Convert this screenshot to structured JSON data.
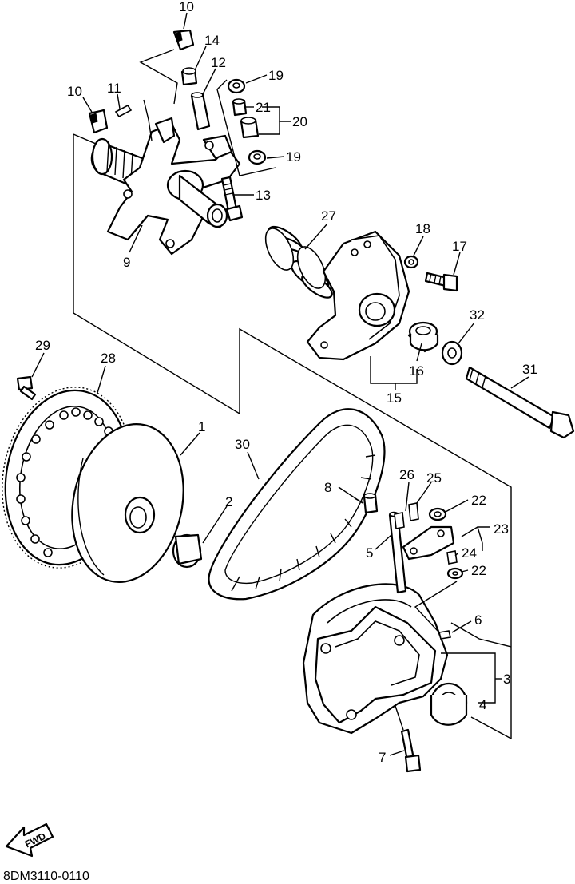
{
  "diagram": {
    "drawing_code": "8DM3110-0110",
    "direction_label": "FWD",
    "callouts": {
      "c1": "1",
      "c2": "2",
      "c3": "3",
      "c4": "4",
      "c5": "5",
      "c6": "6",
      "c7": "7",
      "c8": "8",
      "c9": "9",
      "c10a": "10",
      "c10b": "10",
      "c11": "11",
      "c12": "12",
      "c13": "13",
      "c14": "14",
      "c15": "15",
      "c16": "16",
      "c17": "17",
      "c18": "18",
      "c19a": "19",
      "c19b": "19",
      "c20": "20",
      "c21": "21",
      "c22a": "22",
      "c22b": "22",
      "c23": "23",
      "c24": "24",
      "c25": "25",
      "c26": "26",
      "c27": "27",
      "c28": "28",
      "c29": "29",
      "c30": "30",
      "c31": "31",
      "c32": "32"
    }
  }
}
